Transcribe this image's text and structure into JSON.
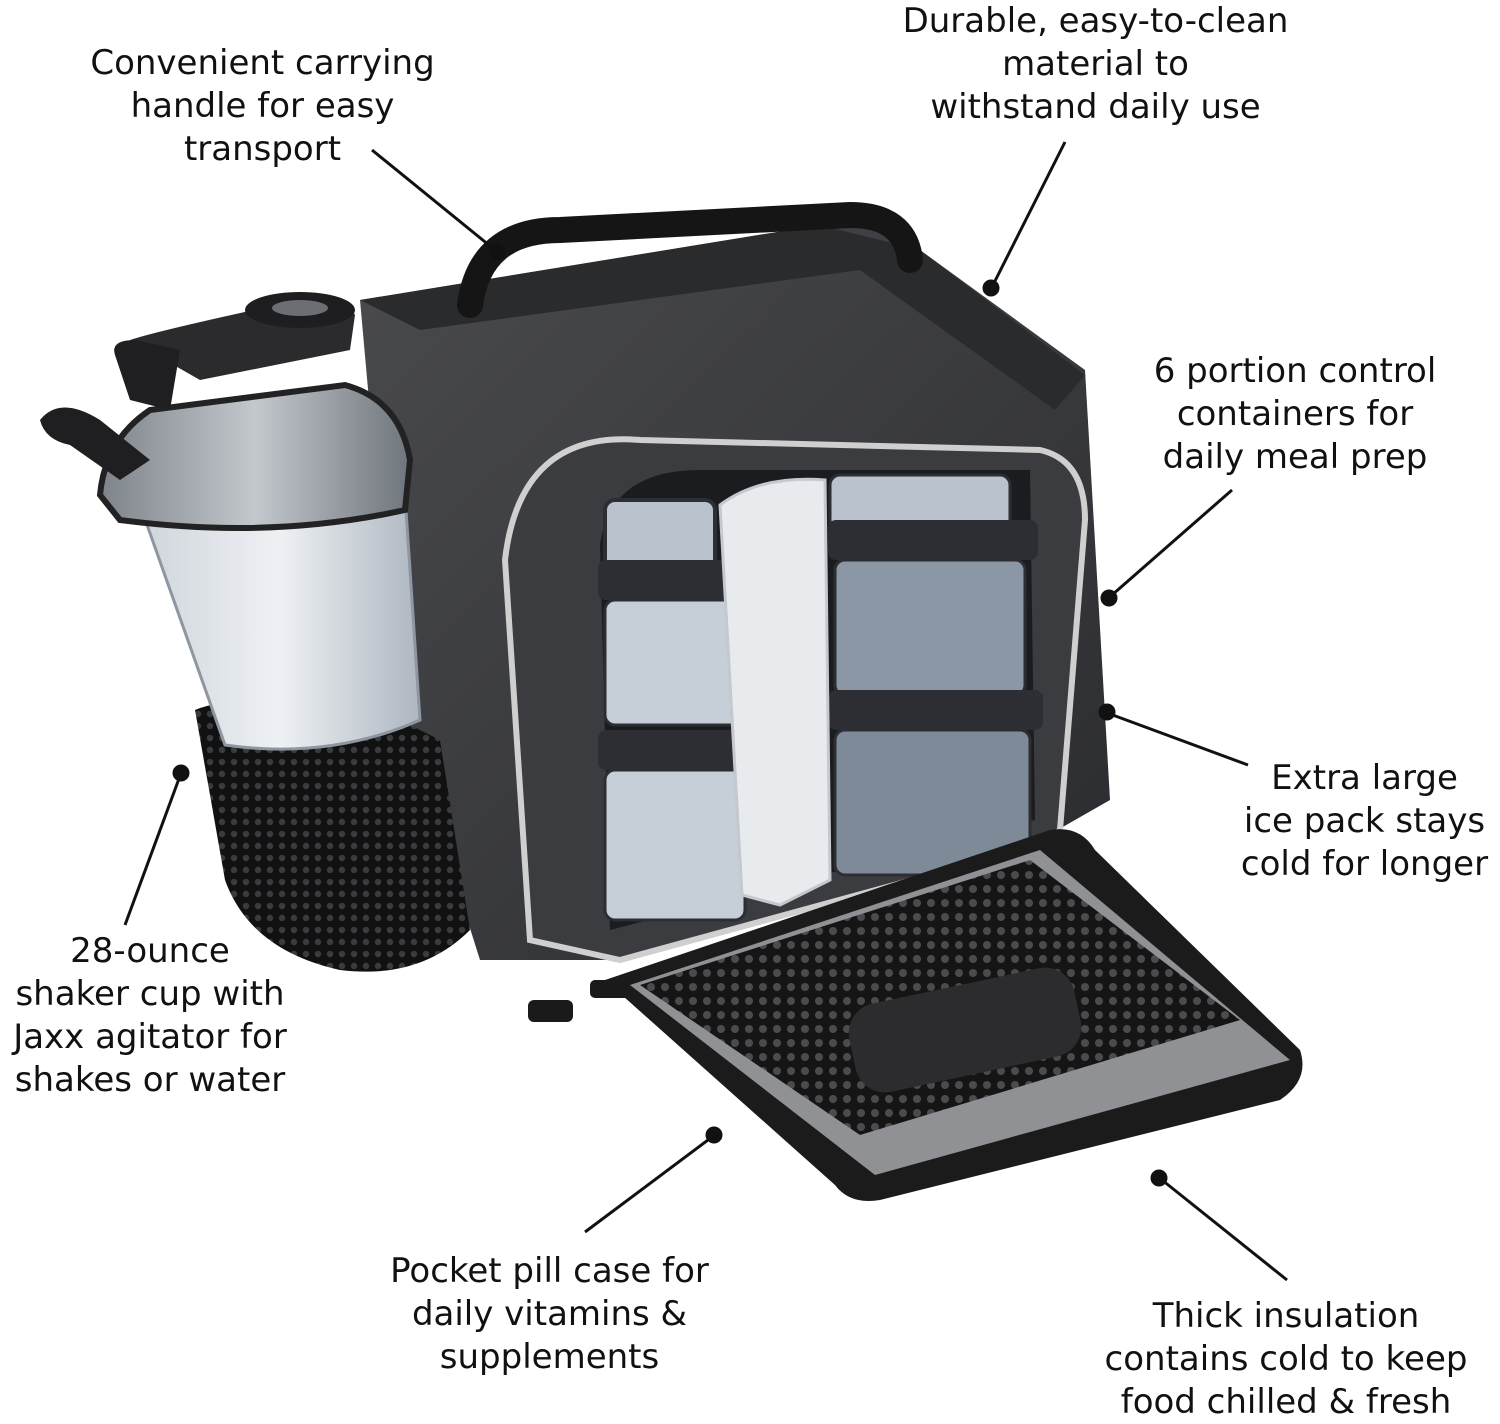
{
  "callouts": {
    "handle": [
      "Convenient carrying",
      "handle for easy",
      "transport"
    ],
    "material": [
      "Durable, easy-to-clean",
      "material to",
      "withstand daily use"
    ],
    "containers": [
      "6 portion control",
      "containers for",
      "daily meal prep"
    ],
    "icepack": [
      "Extra large",
      "ice pack stays",
      "cold for longer"
    ],
    "shaker": [
      "28-ounce",
      "shaker cup with",
      "Jaxx agitator for",
      "shakes or water"
    ],
    "pillcase": [
      "Pocket pill case for",
      "daily vitamins &",
      "supplements"
    ],
    "insulation": [
      "Thick insulation",
      "contains cold to keep",
      "food chilled & fresh"
    ]
  },
  "colors": {
    "bag_body": "#3a3b3e",
    "bag_dark": "#1e1f21",
    "trim": "#c9c9c9",
    "lining": "#8a8c90",
    "container_lid": "#2c2e33",
    "container_body": "#b8c0cc",
    "ice_pack": "#e9ecef",
    "shaker_lid": "#9aa0a6"
  }
}
